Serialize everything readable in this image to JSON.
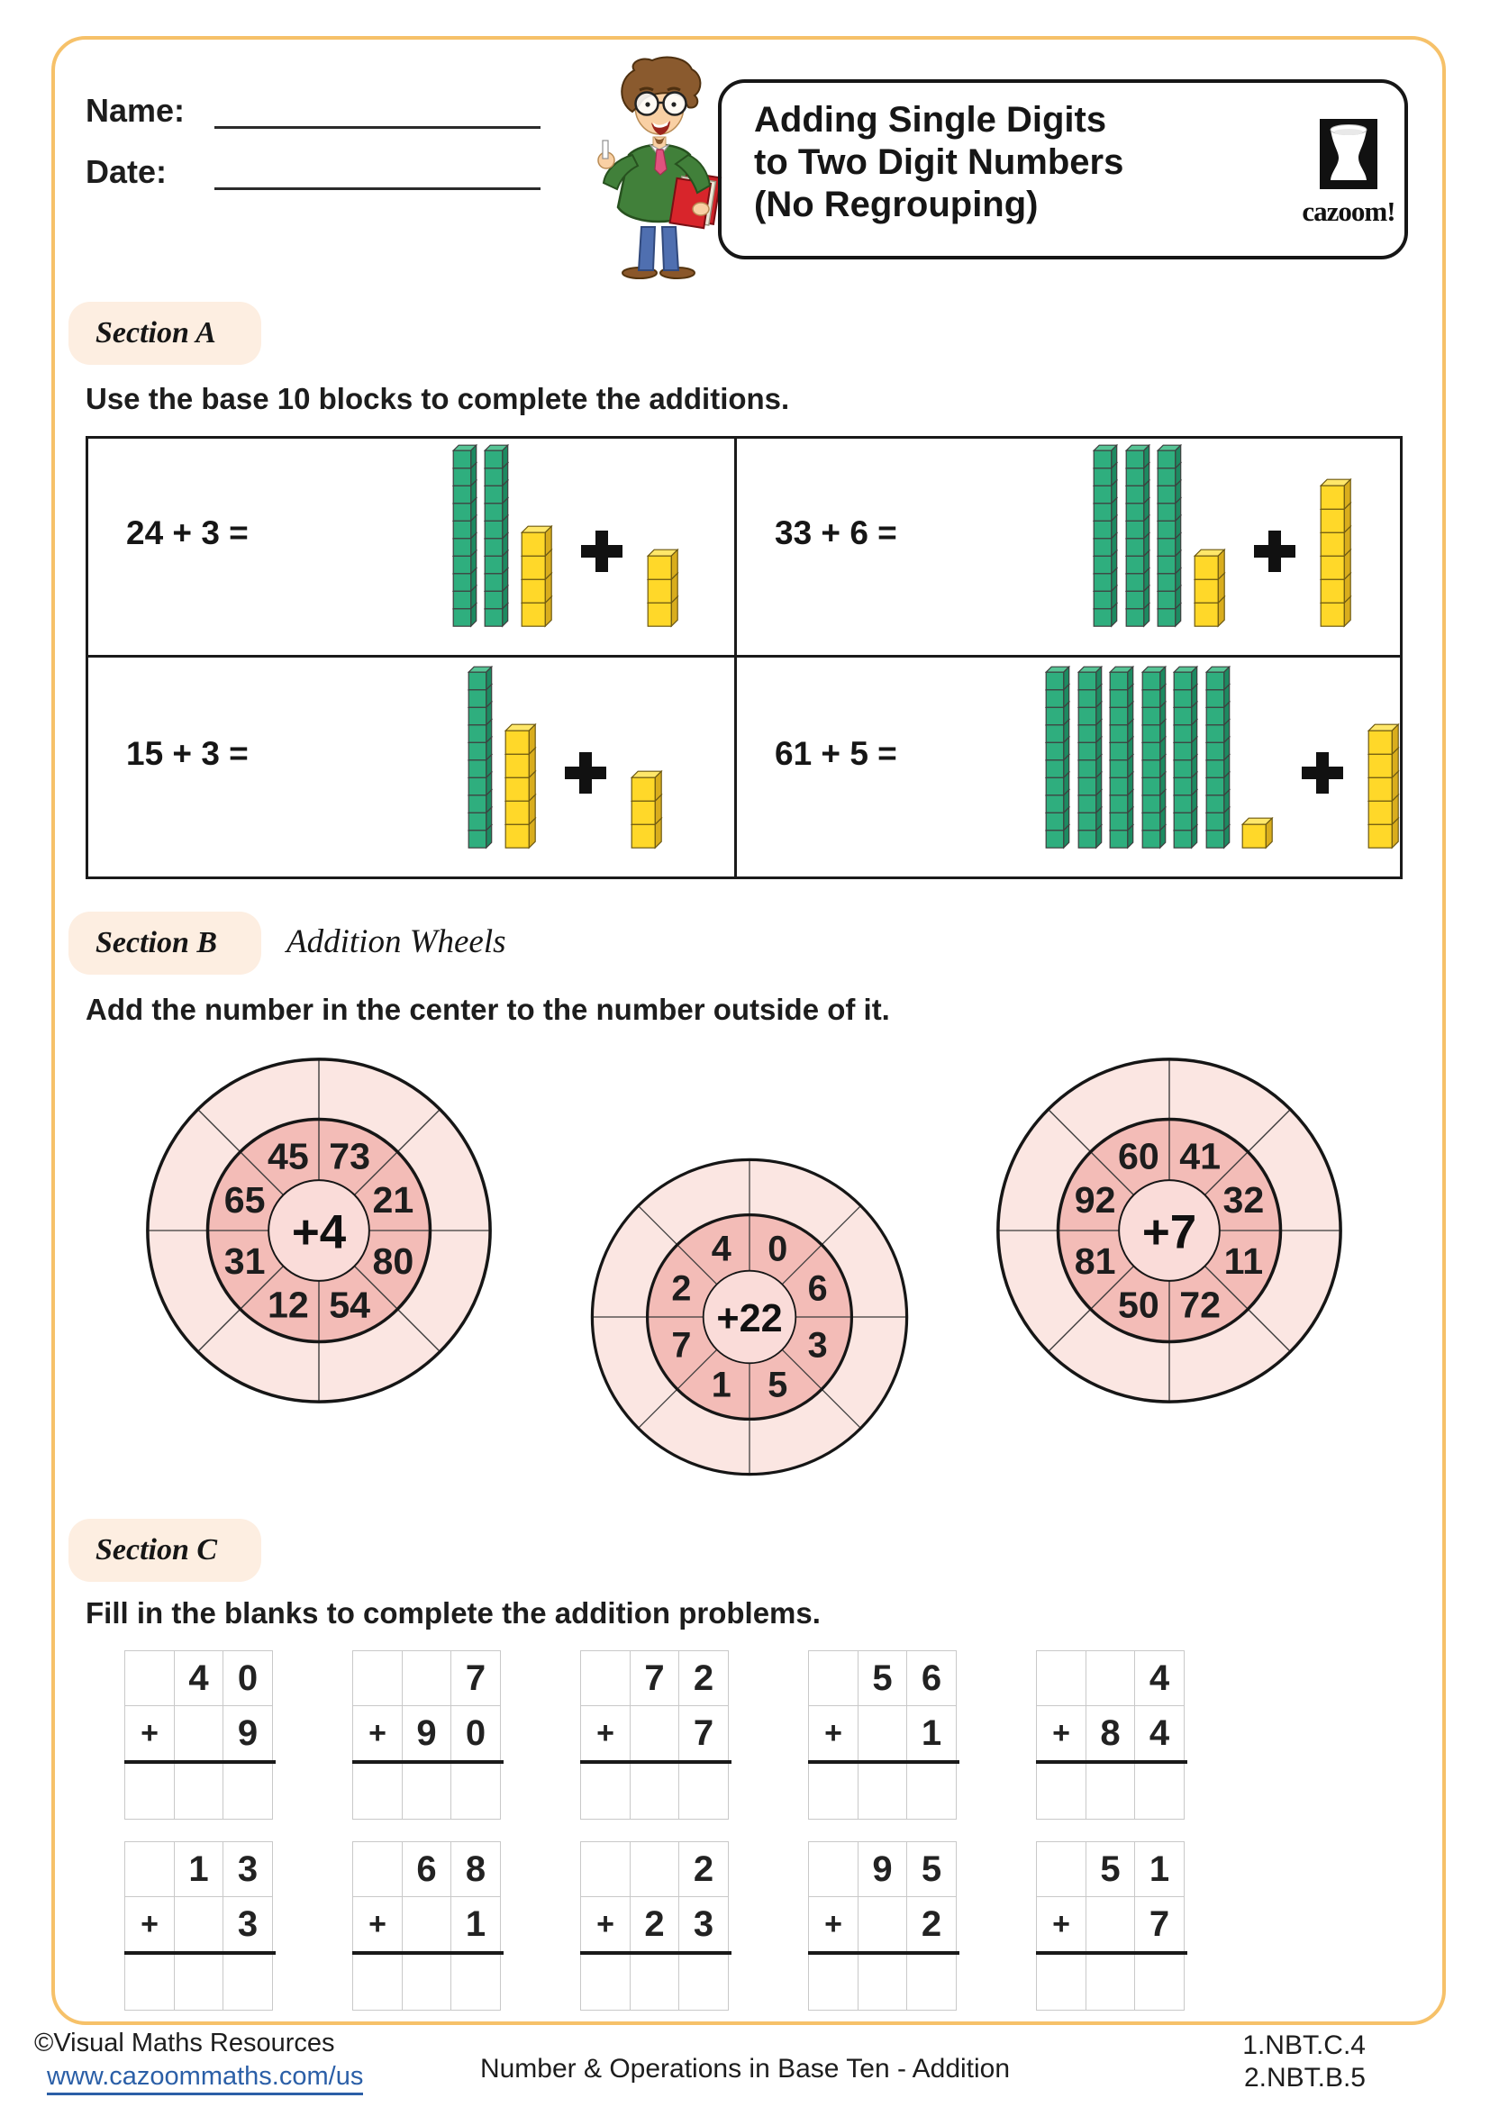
{
  "page": {
    "name_label": "Name:",
    "date_label": "Date:",
    "title_line1": "Adding Single Digits",
    "title_line2": "to Two Digit Numbers",
    "title_line3": "(No Regrouping)",
    "logo_text": "cazoom!"
  },
  "section_a": {
    "label": "Section A",
    "instruction": "Use the base 10 blocks to complete the additions.",
    "plus": "+",
    "problems": [
      {
        "expression": "24 + 3 =",
        "tens": 2,
        "ones": 4,
        "addend_ones": 3
      },
      {
        "expression": "33 + 6 =",
        "tens": 3,
        "ones": 3,
        "addend_ones": 6
      },
      {
        "expression": "15 + 3 =",
        "tens": 1,
        "ones": 5,
        "addend_ones": 3
      },
      {
        "expression": "61 + 5 =",
        "tens": 6,
        "ones": 1,
        "addend_ones": 5
      }
    ]
  },
  "section_b": {
    "label": "Section B",
    "subtitle": "Addition Wheels",
    "instruction": "Add the number in the center to the number outside of it.",
    "wheels": [
      {
        "center": "+4",
        "numbers": [
          45,
          73,
          21,
          80,
          54,
          12,
          31,
          65
        ]
      },
      {
        "center": "+22",
        "numbers": [
          4,
          0,
          6,
          3,
          5,
          1,
          7,
          2
        ]
      },
      {
        "center": "+7",
        "numbers": [
          60,
          41,
          32,
          11,
          72,
          50,
          81,
          92
        ]
      }
    ]
  },
  "section_c": {
    "label": "Section C",
    "instruction": "Fill in the blanks to complete the addition problems.",
    "problems": [
      {
        "top": [
          "",
          "4",
          "0"
        ],
        "bottom": [
          "+",
          "",
          "9"
        ]
      },
      {
        "top": [
          "",
          "",
          "7"
        ],
        "bottom": [
          "+",
          "9",
          "0"
        ]
      },
      {
        "top": [
          "",
          "7",
          "2"
        ],
        "bottom": [
          "+",
          "",
          "7"
        ]
      },
      {
        "top": [
          "",
          "5",
          "6"
        ],
        "bottom": [
          "+",
          "",
          "1"
        ]
      },
      {
        "top": [
          "",
          "",
          "4"
        ],
        "bottom": [
          "+",
          "8",
          "4"
        ]
      },
      {
        "top": [
          "",
          "1",
          "3"
        ],
        "bottom": [
          "+",
          "",
          "3"
        ]
      },
      {
        "top": [
          "",
          "6",
          "8"
        ],
        "bottom": [
          "+",
          "",
          "1"
        ]
      },
      {
        "top": [
          "",
          "",
          "2"
        ],
        "bottom": [
          "+",
          "2",
          "3"
        ]
      },
      {
        "top": [
          "",
          "9",
          "5"
        ],
        "bottom": [
          "+",
          "",
          "2"
        ]
      },
      {
        "top": [
          "",
          "5",
          "1"
        ],
        "bottom": [
          "+",
          "",
          "7"
        ]
      }
    ]
  },
  "footer": {
    "copyright": "©Visual Maths Resources",
    "link": "www.cazoommaths.com/us",
    "center": "Number & Operations in Base Ten - Addition",
    "code1": "1.NBT.C.4",
    "code2": "2.NBT.B.5"
  },
  "colors": {
    "frame_orange": "#f6c169",
    "badge_peach": "#fdeee1",
    "rod_green": "#2fae7e",
    "rod_green_top": "#56c495",
    "rod_green_side": "#1d8a61",
    "cube_yellow": "#ffd829",
    "cube_yellow_top": "#ffe76a",
    "cube_yellow_side": "#d9ad1d",
    "wheel_outer": "#fbe6e2",
    "wheel_mid": "#f3bcb7",
    "wheel_center": "#fadcd9",
    "link_blue": "#2b5fa7"
  }
}
